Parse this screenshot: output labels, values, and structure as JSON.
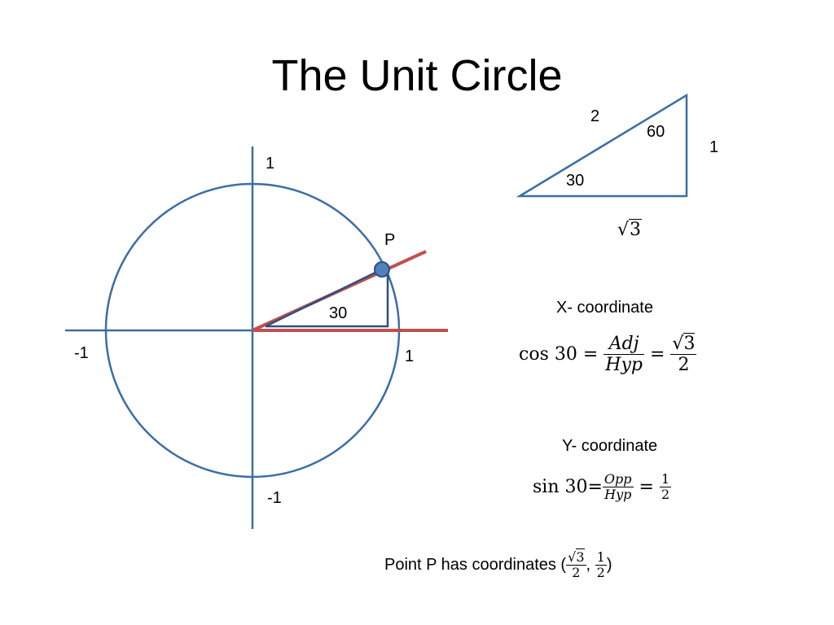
{
  "title": "The Unit Circle",
  "colors": {
    "blue": "#3B6EA5",
    "red": "#C0504D",
    "point_fill": "#4F81BD"
  },
  "circle_labels": {
    "top": "1",
    "right": "1",
    "left": "-1",
    "bottom": "-1",
    "point": "P",
    "angle": "30"
  },
  "triangle_labels": {
    "hypotenuse": "2",
    "top_angle": "60",
    "side": "1",
    "bottom_angle": "30",
    "base_radicand": "3",
    "base_sqrt_symbol": "√"
  },
  "x_section": {
    "heading": "X- coordinate",
    "lhs": "cos 30 =",
    "num": "Adj",
    "den": "Hyp",
    "eq": "=",
    "res_radicand": "3",
    "res_sqrt_symbol": "√",
    "res_den": "2"
  },
  "y_section": {
    "heading": "Y- coordinate",
    "lhs": "sin 30=",
    "num": "Opp",
    "den": "Hyp",
    "eq": "=",
    "res_num": "1",
    "res_den": "2"
  },
  "point_statement": {
    "prefix": "Point P has coordinates (",
    "x_radicand": "3",
    "x_sqrt_symbol": "√",
    "x_den": "2",
    "comma": ",",
    "y_num": "1",
    "y_den": "2",
    "suffix": ")"
  }
}
